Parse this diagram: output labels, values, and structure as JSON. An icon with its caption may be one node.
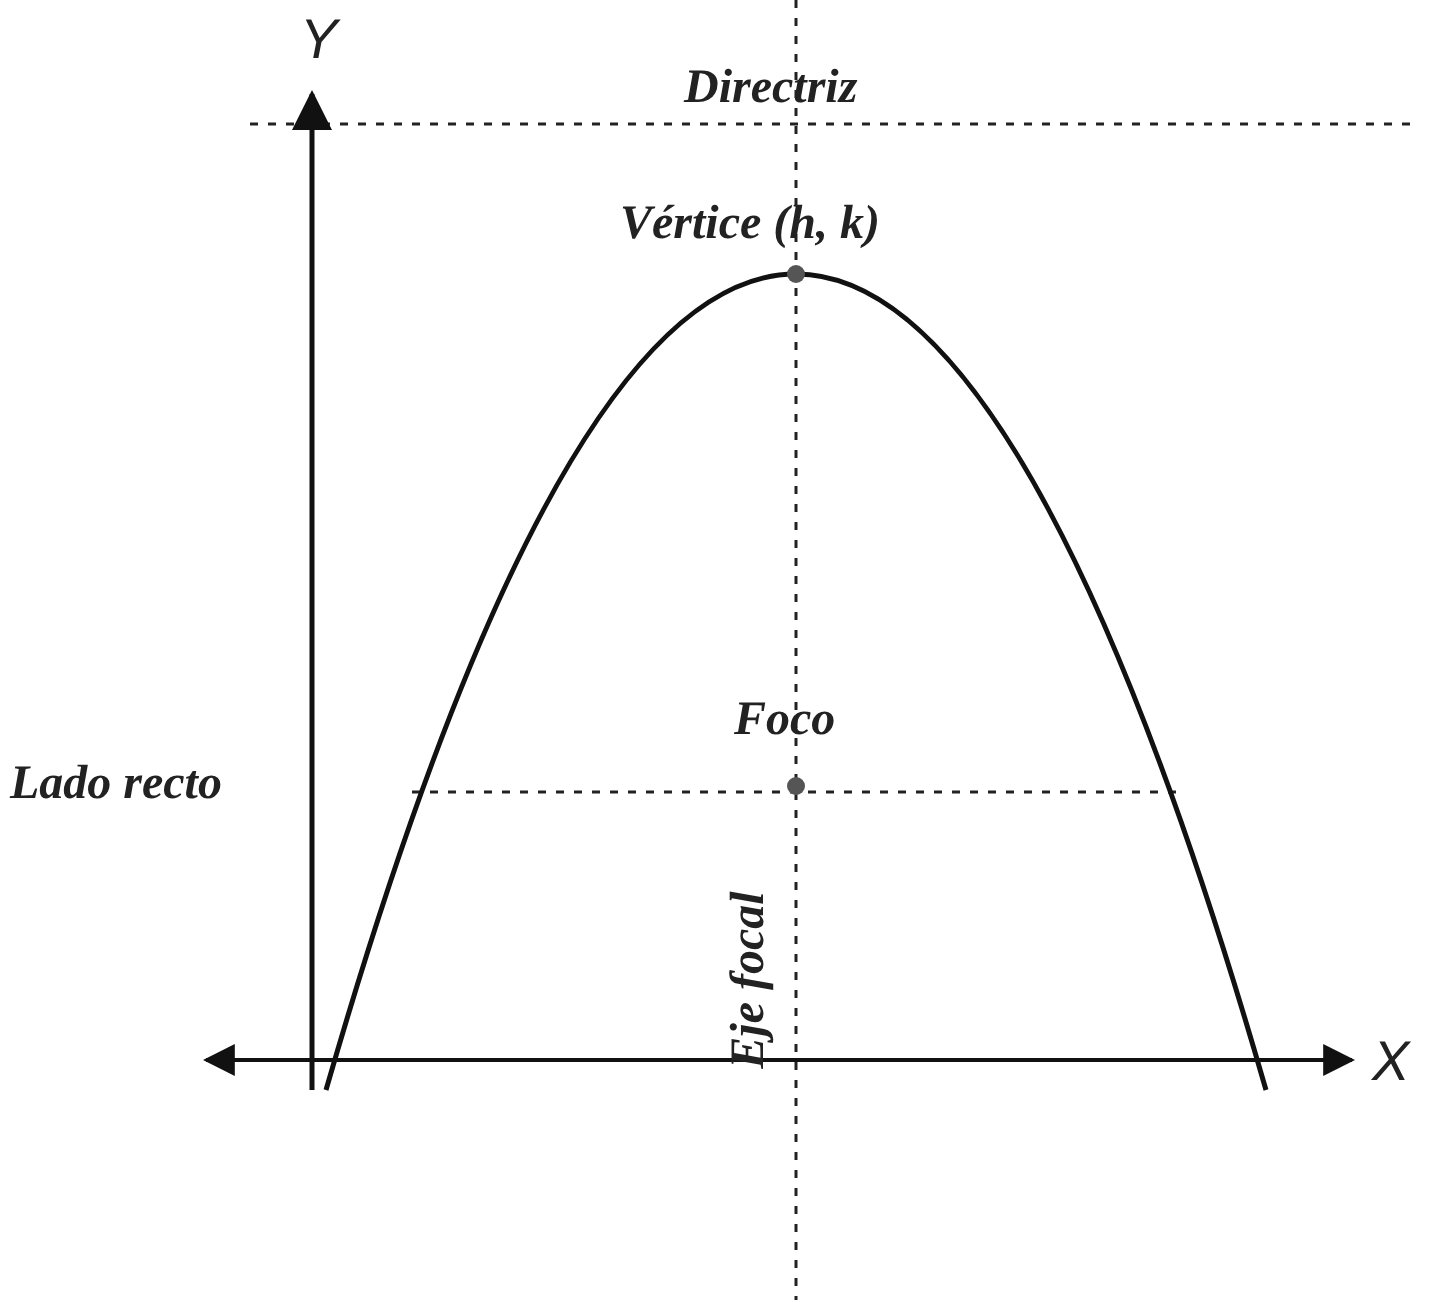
{
  "diagram": {
    "labels": [
      "Y",
      "Directriz",
      "Vértice (h, k)",
      "Foco",
      "Lado recto",
      "Eje focal",
      "X"
    ]
  }
}
